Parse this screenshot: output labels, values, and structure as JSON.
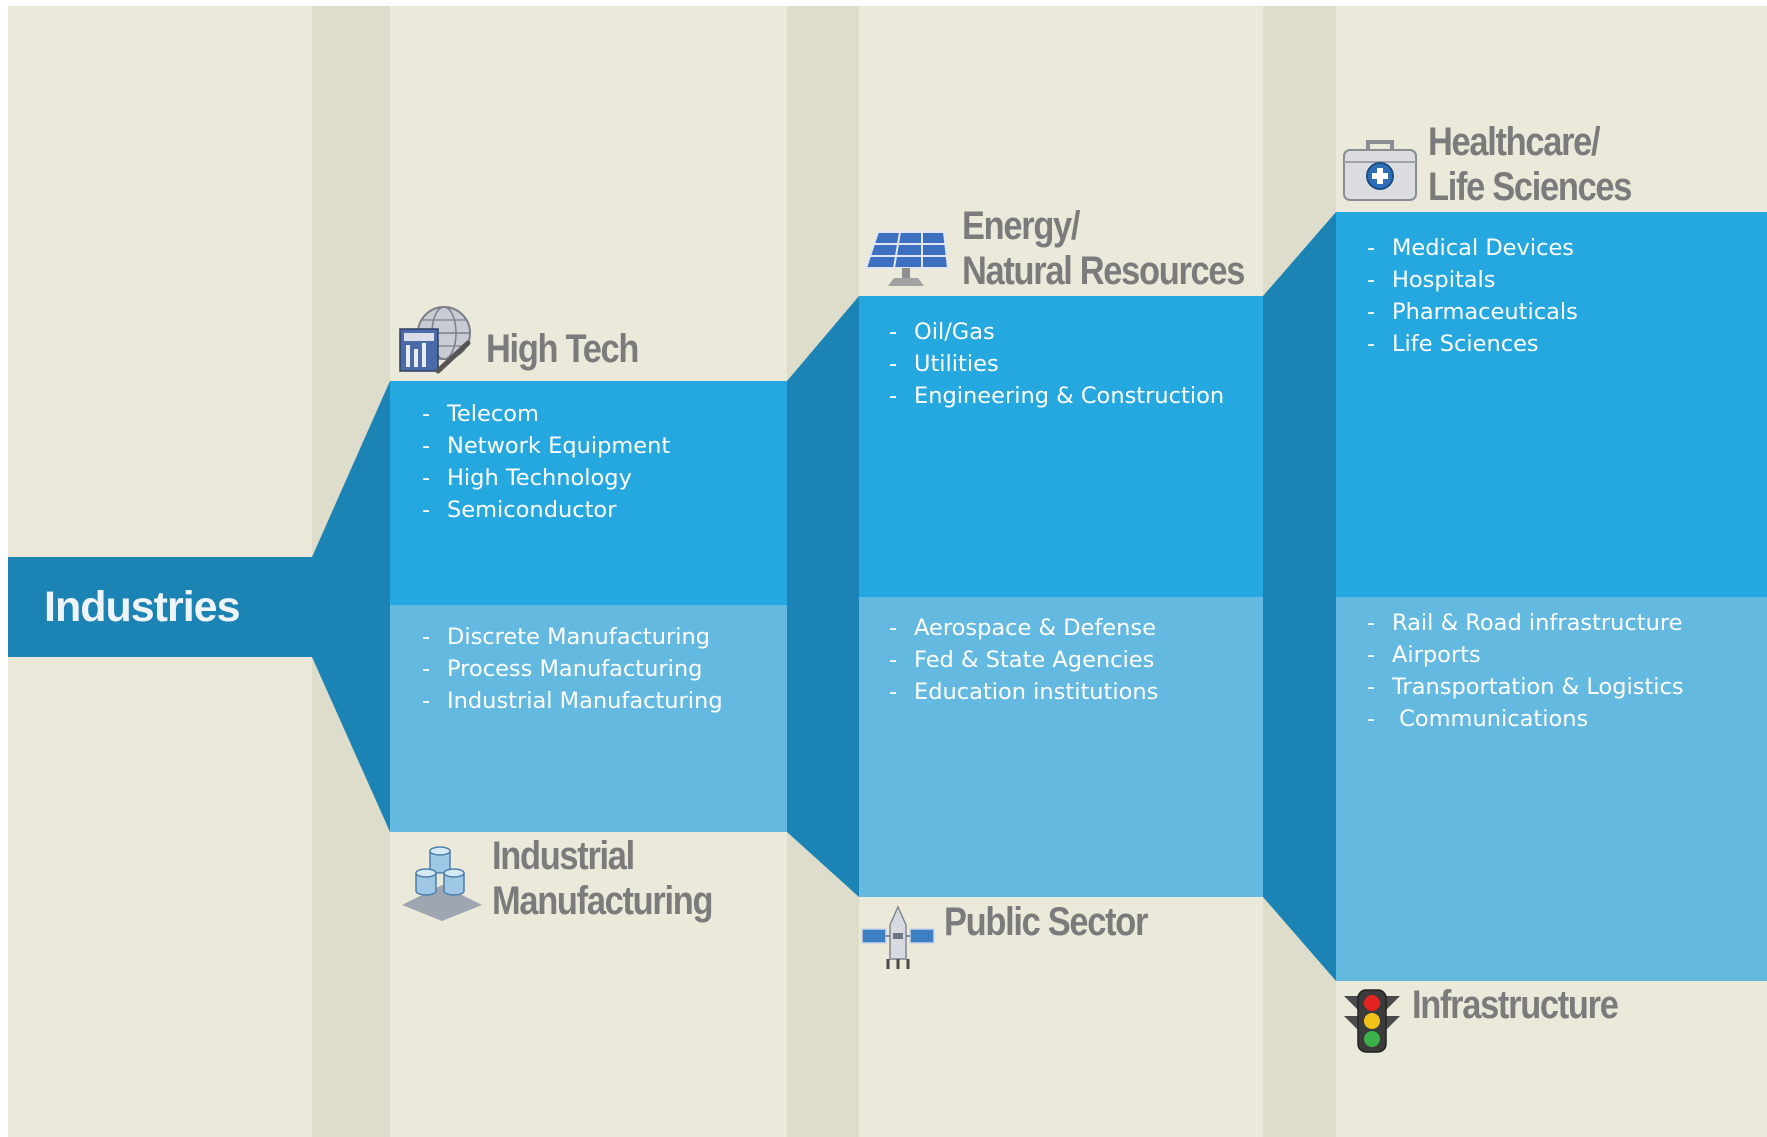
{
  "root": {
    "label": "Industries"
  },
  "categories": [
    {
      "title": "High Tech",
      "icon": "globe-tools-icon",
      "items": [
        "Telecom",
        "Network Equipment",
        "High Technology",
        "Semiconductor"
      ]
    },
    {
      "title": "Industrial Manufacturing",
      "title_lines": [
        "Industrial",
        "Manufacturing"
      ],
      "icon": "database-stack-icon",
      "items": [
        "Discrete Manufacturing",
        "Process Manufacturing",
        "Industrial Manufacturing"
      ]
    },
    {
      "title": "Energy/ Natural Resources",
      "title_lines": [
        "Energy/",
        "Natural Resources"
      ],
      "icon": "solar-panel-icon",
      "items": [
        "Oil/Gas",
        "Utilities",
        "Engineering & Construction"
      ]
    },
    {
      "title": "Public Sector",
      "icon": "satellite-icon",
      "items": [
        "Aerospace & Defense",
        "Fed & State Agencies",
        "Education institutions"
      ]
    },
    {
      "title": "Healthcare/ Life Sciences",
      "title_lines": [
        "Healthcare/",
        "Life Sciences"
      ],
      "icon": "medical-kit-icon",
      "items": [
        "Medical Devices",
        "Hospitals",
        "Pharmaceuticals",
        "Life Sciences"
      ]
    },
    {
      "title": "Infrastructure",
      "icon": "traffic-light-icon",
      "items": [
        "Rail & Road infrastructure",
        "Airports",
        "Transportation & Logistics",
        " Communications"
      ]
    }
  ],
  "colors": {
    "root": "#1b84b4",
    "band_top": "#25a7df",
    "band_bottom": "#63b9e0",
    "connector": "#1b84b4",
    "title_text": "#7b7b7b",
    "background": "#ebe9da",
    "column_divider": "#deddcb"
  }
}
